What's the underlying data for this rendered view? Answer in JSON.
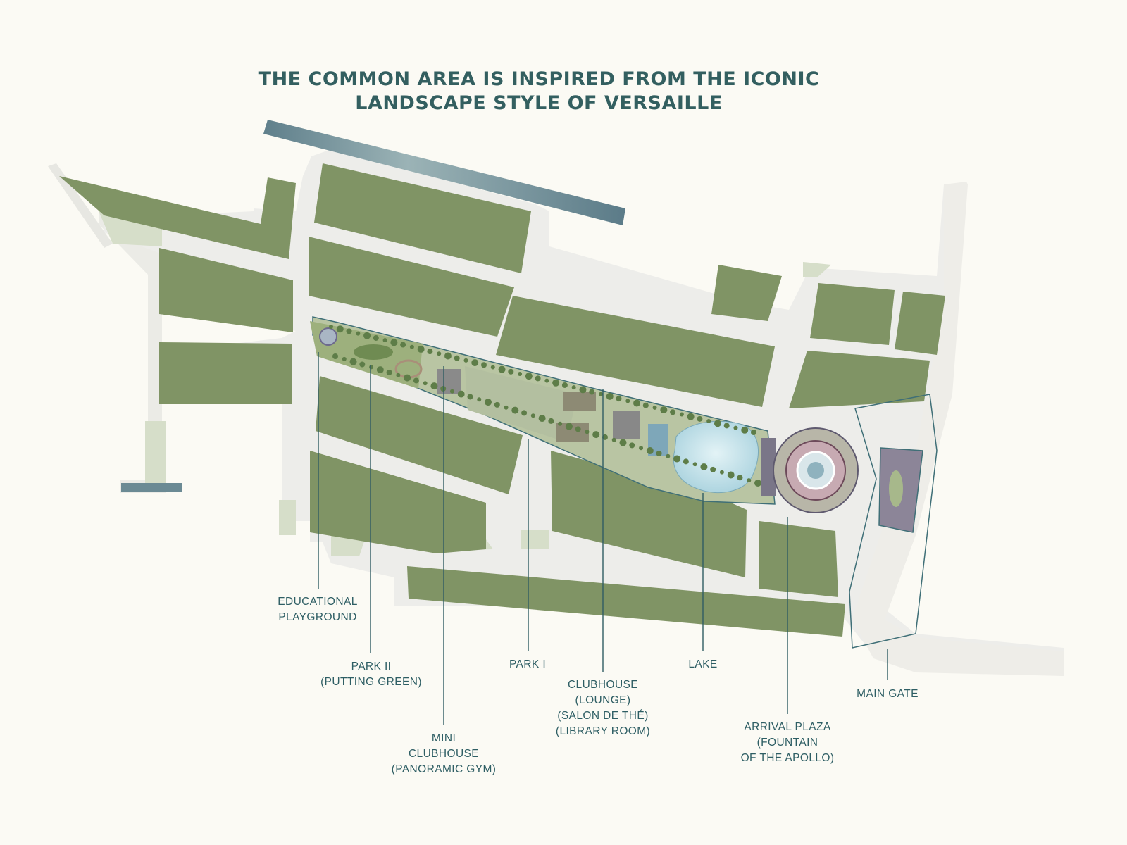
{
  "title": {
    "line1": "THE COMMON AREA IS INSPIRED FROM THE ICONIC",
    "line2": "LANDSCAPE STYLE OF VERSAILLE"
  },
  "colors": {
    "background": "#fbfaf4",
    "plots": "#809465",
    "roads": "#ededea",
    "water": "#6f8d95",
    "lake": "#c2e0e8",
    "heading_text": "#335f60",
    "label_text": "#2e5e64",
    "leader_lines": "#2f5c63"
  },
  "labels": {
    "educational_playground": [
      "EDUCATIONAL",
      "PLAYGROUND"
    ],
    "park_ii": [
      "PARK II",
      "(PUTTING GREEN)"
    ],
    "mini_clubhouse": [
      "MINI",
      "CLUBHOUSE",
      "(PANORAMIC GYM)"
    ],
    "park_i": [
      "PARK I"
    ],
    "clubhouse": [
      "CLUBHOUSE",
      "(LOUNGE)",
      "(SALON DE THÉ)",
      "(LIBRARY ROOM)"
    ],
    "lake": [
      "LAKE"
    ],
    "arrival_plaza": [
      "ARRIVAL PLAZA",
      "(FOUNTAIN",
      "OF THE APOLLO)"
    ],
    "main_gate": [
      "MAIN GATE"
    ]
  }
}
